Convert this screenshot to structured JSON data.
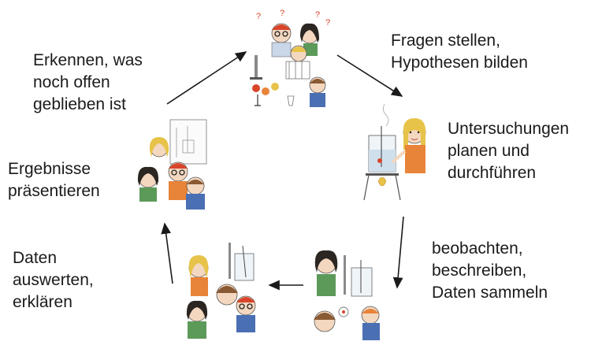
{
  "cycle": {
    "steps": [
      {
        "text": "Fragen stellen,\nHypothesen bilden"
      },
      {
        "text": "Untersuchungen\nplanen und\ndurchführen"
      },
      {
        "text": "beobachten,\nbeschreiben,\nDaten sammeln"
      },
      {
        "text": "Daten\nauswerten,\nerklären"
      },
      {
        "text": "Ergebnisse\npräsentieren"
      },
      {
        "text": "Erkennen, was\nnoch offen\ngeblieben ist"
      }
    ]
  },
  "colors": {
    "text": "#1a1a1a",
    "arrow": "#1a1a1a",
    "hair_blonde": "#e8c34a",
    "hair_dark": "#2b2622",
    "hair_brown": "#8a5a35",
    "shirt_orange": "#e8843a",
    "shirt_blue": "#4a6fb3",
    "shirt_green": "#5c9a5a",
    "glass": "#8a8a8a"
  }
}
